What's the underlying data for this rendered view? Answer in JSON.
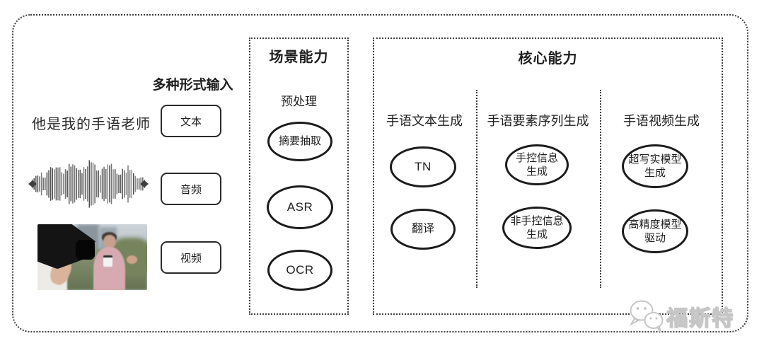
{
  "input_section": {
    "header": "多种形式输入",
    "sample_text": "他是我的手语老师",
    "inputs": [
      {
        "label": "文本",
        "media": "text-sample"
      },
      {
        "label": "音频",
        "media": "audio-waveform"
      },
      {
        "label": "视频",
        "media": "video-thumbnail"
      }
    ]
  },
  "scene_box": {
    "title": "场景能力",
    "subtitle": "预处理",
    "nodes": [
      {
        "label": "摘要抽取"
      },
      {
        "label": "ASR"
      },
      {
        "label": "OCR"
      }
    ]
  },
  "core_box": {
    "title": "核心能力",
    "columns": [
      {
        "label": "手语文本生成",
        "nodes": [
          {
            "label": "TN"
          },
          {
            "label": "翻译"
          }
        ]
      },
      {
        "label": "手语要素序列生成",
        "nodes": [
          {
            "label": "手控信息\n生成"
          },
          {
            "label": "非手控信息\n生成"
          }
        ]
      },
      {
        "label": "手语视频生成",
        "nodes": [
          {
            "label": "超写实模型\n生成"
          },
          {
            "label": "高精度模型\n驱动"
          }
        ]
      }
    ]
  },
  "watermark": {
    "label": "福斯特",
    "icon": "wechat-bubbles-icon"
  },
  "colors": {
    "ink": "#1f1f1f",
    "line": "#2b2b2b",
    "dotted_border": "#3f3f3f",
    "watermark_gray": "#c6c6c6",
    "background": "#ffffff"
  }
}
